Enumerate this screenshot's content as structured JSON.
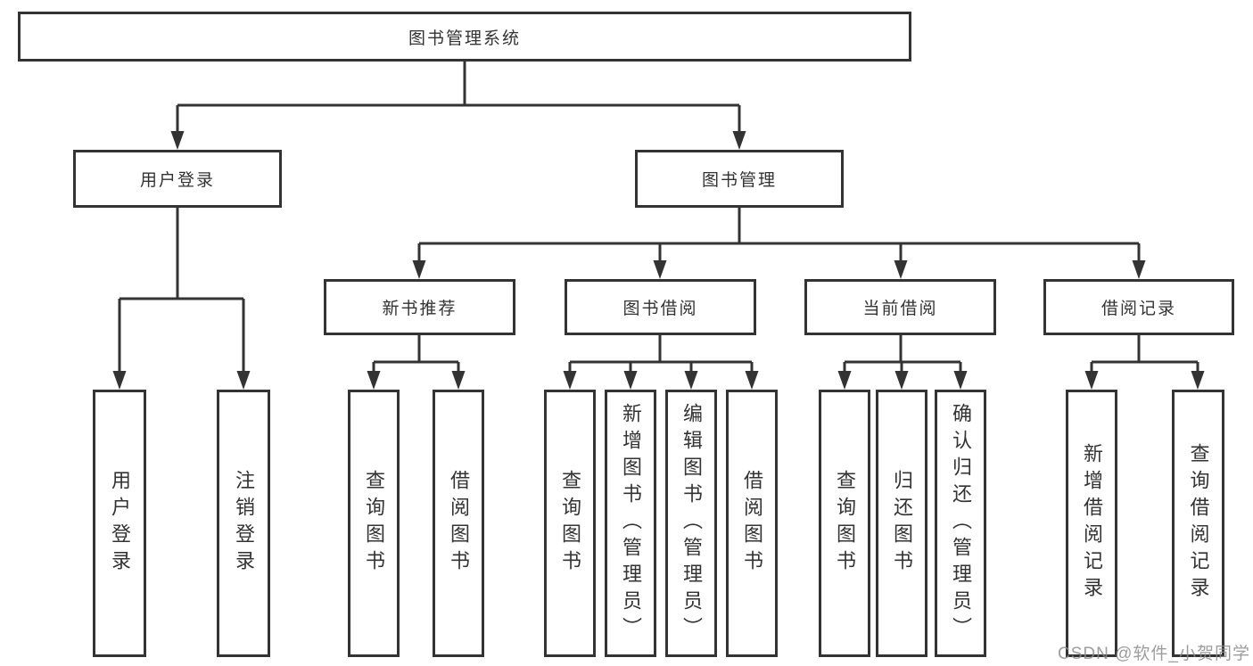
{
  "diagram_type": "hierarchy-tree",
  "colors": {
    "line": "#333333",
    "box_border": "#333333",
    "box_background": "#ffffff",
    "text": "#333333",
    "watermark": "#8c8c8c"
  },
  "watermark": {
    "text": "CSDN @软件_小贺同学"
  },
  "tree": {
    "label": "图书管理系统",
    "children": [
      {
        "label": "用户登录",
        "children": [
          {
            "label": "用户登录"
          },
          {
            "label": "注销登录"
          }
        ]
      },
      {
        "label": "图书管理",
        "children": [
          {
            "label": "新书推荐",
            "children": [
              {
                "label": "查询图书"
              },
              {
                "label": "借阅图书"
              }
            ]
          },
          {
            "label": "图书借阅",
            "children": [
              {
                "label": "查询图书"
              },
              {
                "label": "新增图书（管理员）"
              },
              {
                "label": "编辑图书（管理员）"
              },
              {
                "label": "借阅图书"
              }
            ]
          },
          {
            "label": "当前借阅",
            "children": [
              {
                "label": "查询图书"
              },
              {
                "label": "归还图书"
              },
              {
                "label": "确认归还（管理员）"
              }
            ]
          },
          {
            "label": "借阅记录",
            "children": [
              {
                "label": "新增借阅记录"
              },
              {
                "label": "查询借阅记录"
              }
            ]
          }
        ]
      }
    ]
  }
}
